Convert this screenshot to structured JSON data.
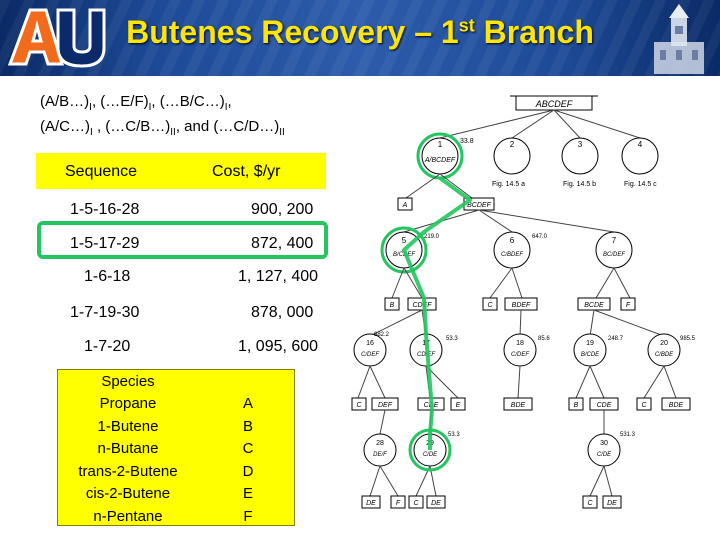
{
  "slide": {
    "title_main": "Butenes Recovery – 1",
    "title_sup": "st",
    "title_end": " Branch",
    "colors": {
      "banner": "#1d4a97",
      "title": "#ffe600",
      "highlight": "#ffff00",
      "path": "#22c55e"
    }
  },
  "caption": {
    "line1": [
      "(A/B…)",
      "I",
      ", (…E/F)",
      "I",
      ", (…B/C…)",
      "I",
      ","
    ],
    "line2": [
      "(A/C…)",
      "I",
      " , (…C/B…)",
      "II",
      ", and (…C/D…)",
      "II"
    ]
  },
  "table": {
    "headers": [
      "Sequence",
      "Cost, $/yr"
    ],
    "rows": [
      {
        "sequence": "1-5-16-28",
        "cost": "900, 200"
      },
      {
        "sequence": "1-5-17-29",
        "cost": "872, 400"
      },
      {
        "sequence": "1-6-18",
        "cost": "1, 127, 400"
      },
      {
        "sequence": "1-7-19-30",
        "cost": "878, 000"
      },
      {
        "sequence": "1-7-20",
        "cost": "1, 095, 600"
      }
    ]
  },
  "species": {
    "header": "Species",
    "rows": [
      {
        "name": "Propane",
        "letter": "A"
      },
      {
        "name": "1-Butene",
        "letter": "B"
      },
      {
        "name": "n-Butane",
        "letter": "C"
      },
      {
        "name": "trans-2-Butene",
        "letter": "D"
      },
      {
        "name": "cis-2-Butene",
        "letter": "E"
      },
      {
        "name": "n-Pentane",
        "letter": "F"
      }
    ]
  },
  "tree": {
    "root": "ABCDEF",
    "level1": [
      {
        "num": "1",
        "label": "A/BCDEF",
        "cost": "33.8"
      },
      {
        "num": "2",
        "label": ""
      },
      {
        "num": "3",
        "label": ""
      },
      {
        "num": "4",
        "label": ""
      }
    ],
    "fig_labels": [
      "Fig. 14.5 a",
      "Fig. 14.5 b",
      "Fig. 14.5 c"
    ],
    "products_l1": [
      "A",
      "BCDEF"
    ],
    "level2": [
      {
        "num": "5",
        "label": "B/CDEF",
        "cost": "219.0"
      },
      {
        "num": "6",
        "label": "C/BDEF",
        "cost": "647.0"
      },
      {
        "num": "7",
        "label": "BC/DEF",
        "cost": ""
      }
    ],
    "products_l2": [
      "B",
      "CDEF",
      "C",
      "BDEF",
      "BCDE",
      "F"
    ],
    "level3": [
      {
        "num": "16",
        "label": "C/DEF",
        "cost": "882.2"
      },
      {
        "num": "17",
        "label": "CD/EF",
        "cost": "53.3"
      },
      {
        "num": "18",
        "label": "C/DEF",
        "cost": "85.6"
      },
      {
        "num": "19",
        "label": "B/CDE",
        "cost": "248.7"
      },
      {
        "num": "20",
        "label": "C/BDE",
        "cost": "985.5"
      }
    ],
    "products_l3": [
      "C",
      "DEF",
      "CDE",
      "E",
      "BDE",
      "B",
      "CDE",
      "C",
      "BDE"
    ],
    "level4": [
      {
        "num": "28",
        "label": "DE/F",
        "cost": ""
      },
      {
        "num": "29",
        "label": "C/DE",
        "cost": "53.3"
      },
      {
        "num": "30",
        "label": "C/DE",
        "cost": "531.3"
      }
    ],
    "products_l4": [
      "DE",
      "F",
      "C",
      "DE",
      "C",
      "DE"
    ]
  }
}
